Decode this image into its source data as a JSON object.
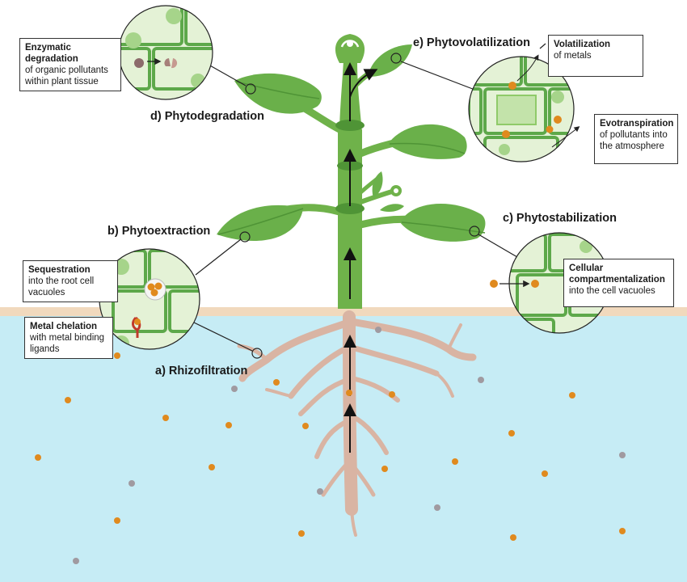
{
  "colors": {
    "water": "#c6ecf5",
    "soil_band": "#f1d9bd",
    "root": "#d9b4a3",
    "stem": "#6fb24a",
    "stem_dark": "#4f9436",
    "leaf": "#6ab04a",
    "leaf_light": "#8fca69",
    "cell_wall": "#5da84a",
    "cell_fill": "#e4f2d6",
    "metal_orange": "#e08a1e",
    "metal_gray": "#a09aa0",
    "arrow": "#111111"
  },
  "labels": {
    "phytodegradation": "d) Phytodegradation",
    "phytovolatilization": "e) Phytovolatilization",
    "phytoextraction": "b) Phytoextraction",
    "phytostabilization": "c) Phytostabilization",
    "rhizofiltration": "a) Rhizofiltration"
  },
  "callouts": {
    "enzymatic": {
      "title": "Enzymatic degradation",
      "text": "of organic pollutants within plant tissue"
    },
    "volatilization": {
      "title": "Volatilization",
      "text": "of metals"
    },
    "evotranspiration": {
      "title": "Evotranspiration",
      "text": "of pollutants into the atmosphere"
    },
    "sequestration": {
      "title": "Sequestration",
      "text": "into the root cell vacuoles"
    },
    "chelation": {
      "title": "Metal chelation",
      "text": "with metal binding ligands"
    },
    "compartmentalization": {
      "title": "Cellular compartmentalization",
      "text": "into the cell vacuoles"
    }
  }
}
